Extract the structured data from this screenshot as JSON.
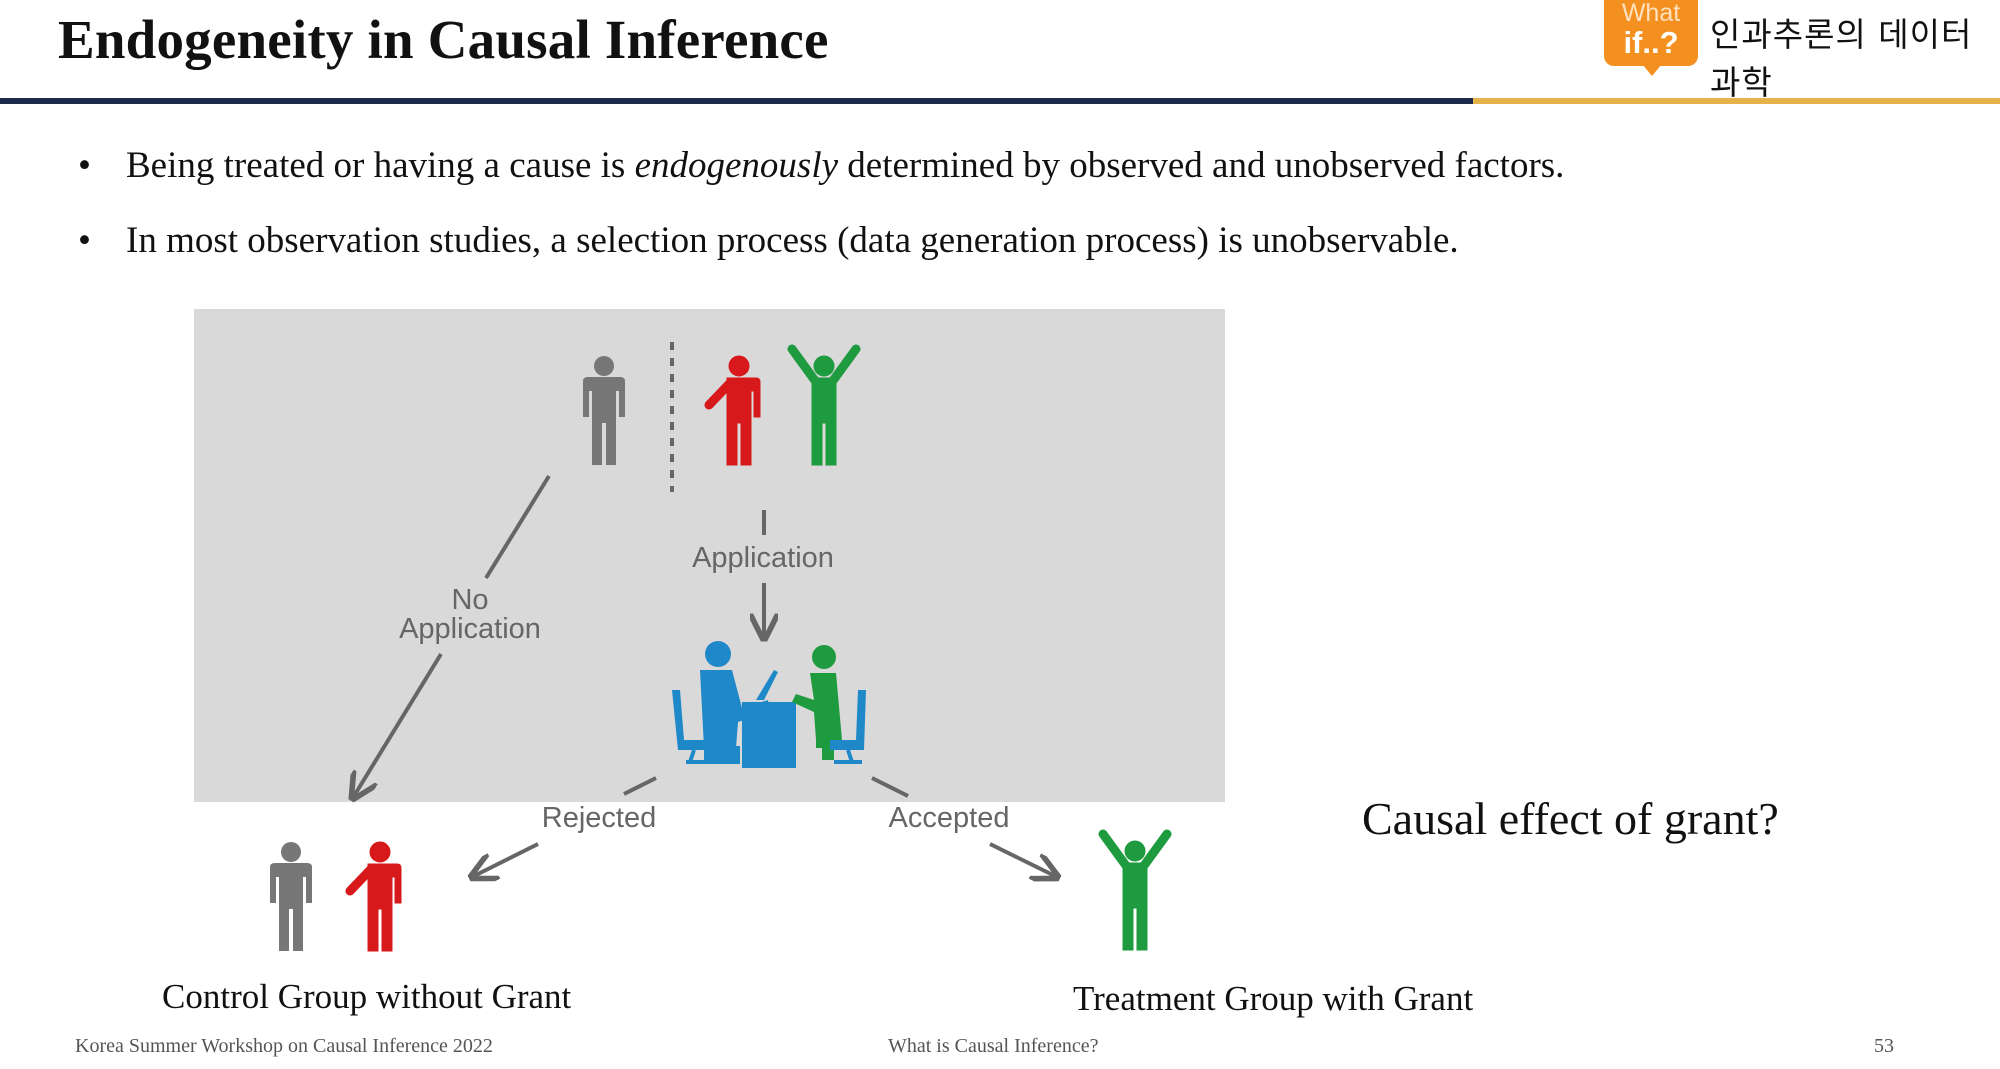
{
  "slide": {
    "title": "Endogeneity in Causal Inference",
    "logo": {
      "line1": "What",
      "line2": "if..?",
      "side_text": "인과추론의 데이터과학"
    },
    "bullets": [
      {
        "before": "Being treated or having a cause is ",
        "emph": "endogenously",
        "after": " determined by observed and unobserved factors."
      },
      {
        "text": "In most observation studies, a selection process (data generation process) is unobservable."
      }
    ],
    "bullet_glyph": "•"
  },
  "diagram": {
    "labels": {
      "no_application_line1": "No",
      "no_application_line2": "Application",
      "application": "Application",
      "rejected": "Rejected",
      "accepted": "Accepted"
    },
    "colors": {
      "gray": "#777777",
      "red": "#d7191c",
      "green": "#1f9b3f",
      "blue": "#1e88c8",
      "arrow": "#666666"
    }
  },
  "groups": {
    "control": "Control Group without Grant",
    "treatment": "Treatment Group with Grant"
  },
  "question": "Causal effect of grant?",
  "footer": {
    "left": "Korea Summer Workshop on Causal Inference 2022",
    "center": "What is Causal Inference?",
    "page": "53"
  }
}
